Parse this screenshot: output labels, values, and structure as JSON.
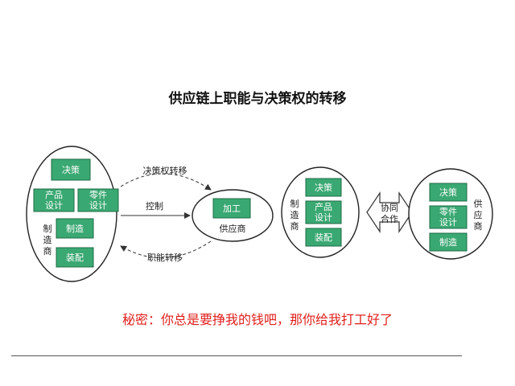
{
  "title": "供应链上职能与决策权的转移",
  "left": {
    "decision": "决策",
    "product_design": [
      "产品",
      "设计"
    ],
    "parts_design": [
      "零件",
      "设计"
    ],
    "manufacture": "制造",
    "assembly": "装配",
    "side_label": [
      "制",
      "造",
      "商"
    ]
  },
  "arrows": {
    "decision_transfer": "决策权转移",
    "control": "控制",
    "function_transfer": "职能转移"
  },
  "supplier": {
    "processing": "加工",
    "label": "供应商"
  },
  "middle": {
    "side_label": [
      "制",
      "造",
      "商"
    ],
    "decision": "决策",
    "product_design": [
      "产品",
      "设计"
    ],
    "assembly": "装配"
  },
  "cooperation": [
    "协同",
    "合作"
  ],
  "right": {
    "decision": "决策",
    "parts_design": [
      "零件",
      "设计"
    ],
    "manufacture": "制造",
    "side_label": [
      "供",
      "应",
      "商"
    ]
  },
  "note": "秘密：你总是要挣我的钱吧，那你给我打工好了",
  "colors": {
    "box_fill": "#3aa872",
    "note_red": "#e0201c"
  }
}
